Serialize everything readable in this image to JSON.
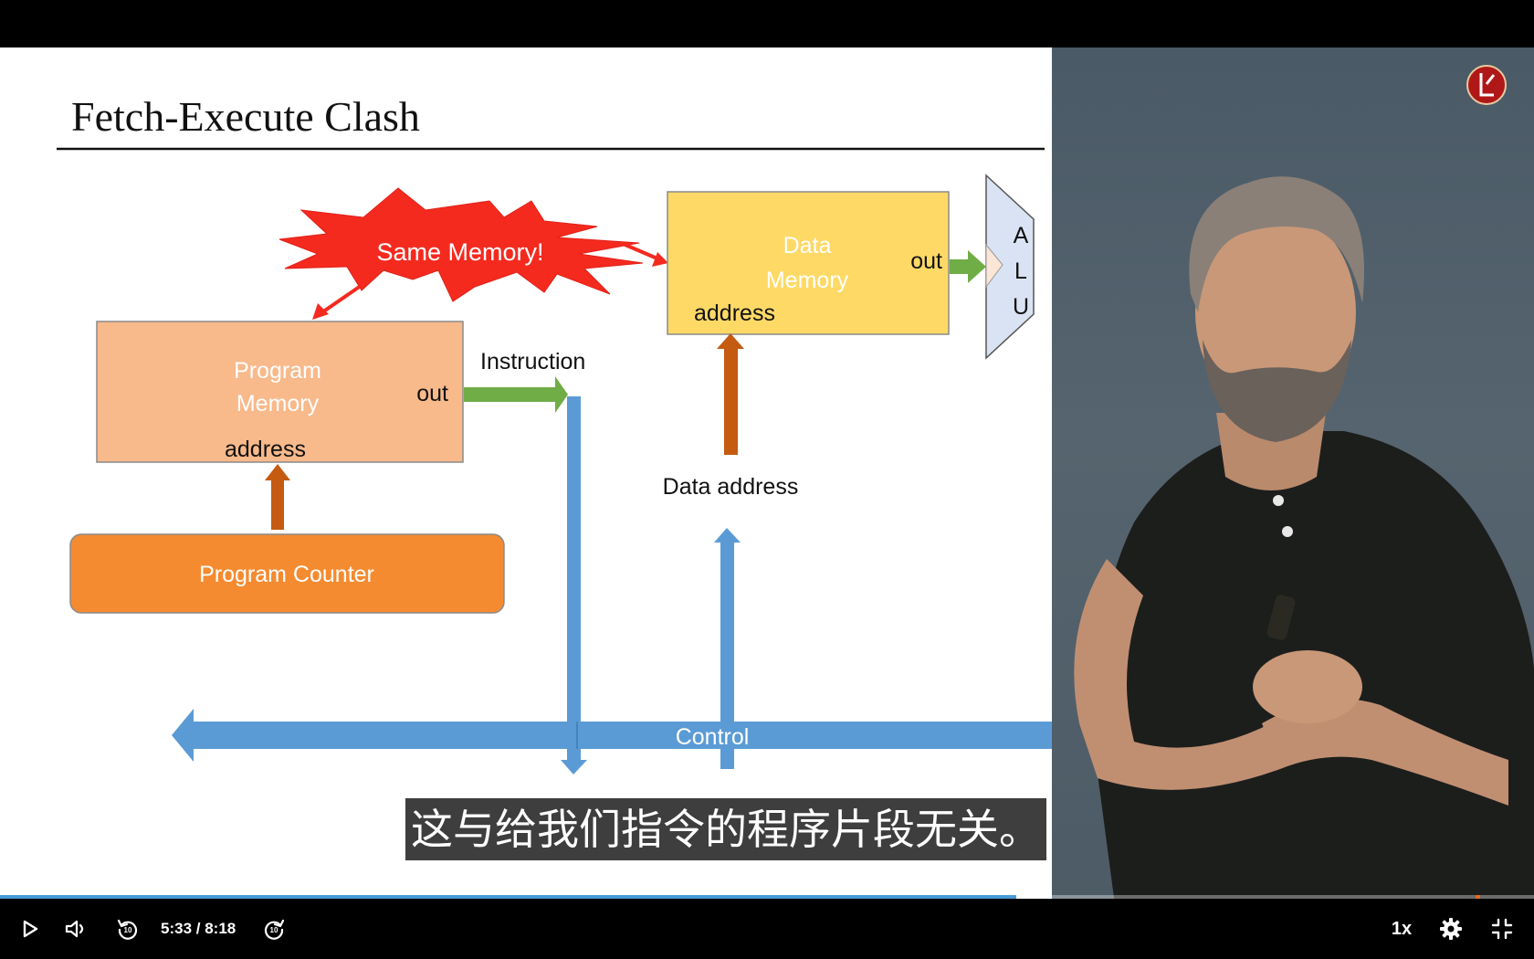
{
  "player": {
    "subtitle": "这与给我们指令的程序片段无关。",
    "current_time": "5:33",
    "time_separator": " / ",
    "duration": "8:18",
    "playback_speed": "1x",
    "progress_fraction": 0.669,
    "accent_color": "#4a9ad8"
  },
  "slide": {
    "title": "Fetch-Execute Clash",
    "burst_label": "Same Memory!",
    "program_memory_line1": "Program",
    "program_memory_line2": "Memory",
    "program_memory_out": "out",
    "program_memory_address": "address",
    "instruction_label": "Instruction",
    "data_memory_line1": "Data",
    "data_memory_line2": "Memory",
    "data_memory_out": "out",
    "data_memory_address": "address",
    "alu_letter1": "A",
    "alu_letter2": "L",
    "alu_letter3": "U",
    "data_address_label": "Data address",
    "program_counter_label": "Program Counter",
    "control_label": "Control"
  },
  "icons": {
    "play": "play-icon",
    "volume": "volume-icon",
    "rewind": "rewind-10-icon",
    "forward": "forward-10-icon",
    "settings": "gear-icon",
    "fullscreen": "fullscreen-icon",
    "logo": "channel-logo-icon"
  }
}
